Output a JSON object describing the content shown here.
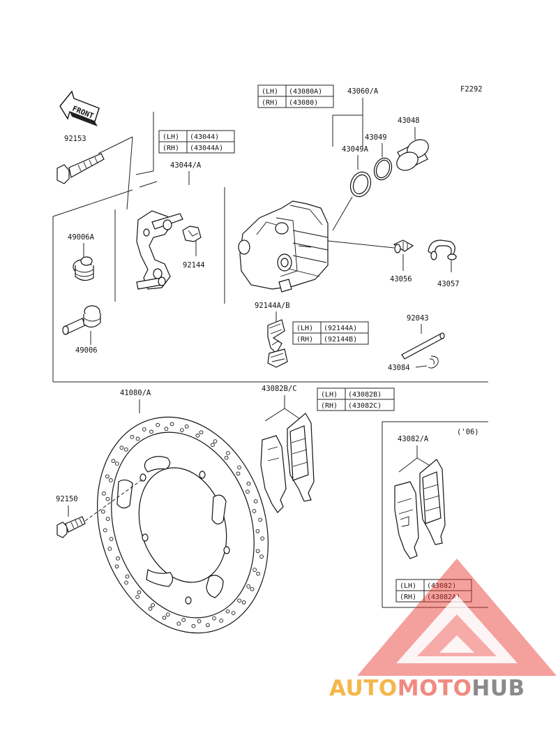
{
  "figure_code": "F2292",
  "front_label": "FRONT",
  "parts": {
    "p92153": "92153",
    "p43044A": "43044/A",
    "p49006A": "49006A",
    "p92144": "92144",
    "p49006": "49006",
    "p43060A": "43060/A",
    "p43048": "43048",
    "p43049": "43049",
    "p43049A": "43049A",
    "p43056": "43056",
    "p43057": "43057",
    "p92144AB": "92144A/B",
    "p92043": "92043",
    "p43084": "43084",
    "p41080A": "41080/A",
    "p43082BC": "43082B/C",
    "p92150": "92150",
    "p43082A": "43082/A",
    "year_note": "('06)"
  },
  "tables": {
    "caliper": [
      {
        "side": "(LH)",
        "part": "(43080A)"
      },
      {
        "side": "(RH)",
        "part": "(43080)"
      }
    ],
    "bracket": [
      {
        "side": "(LH)",
        "part": "(43044)"
      },
      {
        "side": "(RH)",
        "part": "(43044A)"
      }
    ],
    "pin": [
      {
        "side": "(LH)",
        "part": "(92144A)"
      },
      {
        "side": "(RH)",
        "part": "(92144B)"
      }
    ],
    "pads": [
      {
        "side": "(LH)",
        "part": "(43082B)"
      },
      {
        "side": "(RH)",
        "part": "(43082C)"
      }
    ],
    "pads06": [
      {
        "side": "(LH)",
        "part": "(43082)"
      },
      {
        "side": "(RH)",
        "part": "(43082A)"
      }
    ]
  },
  "watermark": {
    "part1": "AUTO",
    "part2": "MOTO",
    "part3": "HUB",
    "color1": "#f5b74a",
    "color2": "#f08a80",
    "color3": "#8a8a8a",
    "triangle_color": "#e8332a"
  }
}
